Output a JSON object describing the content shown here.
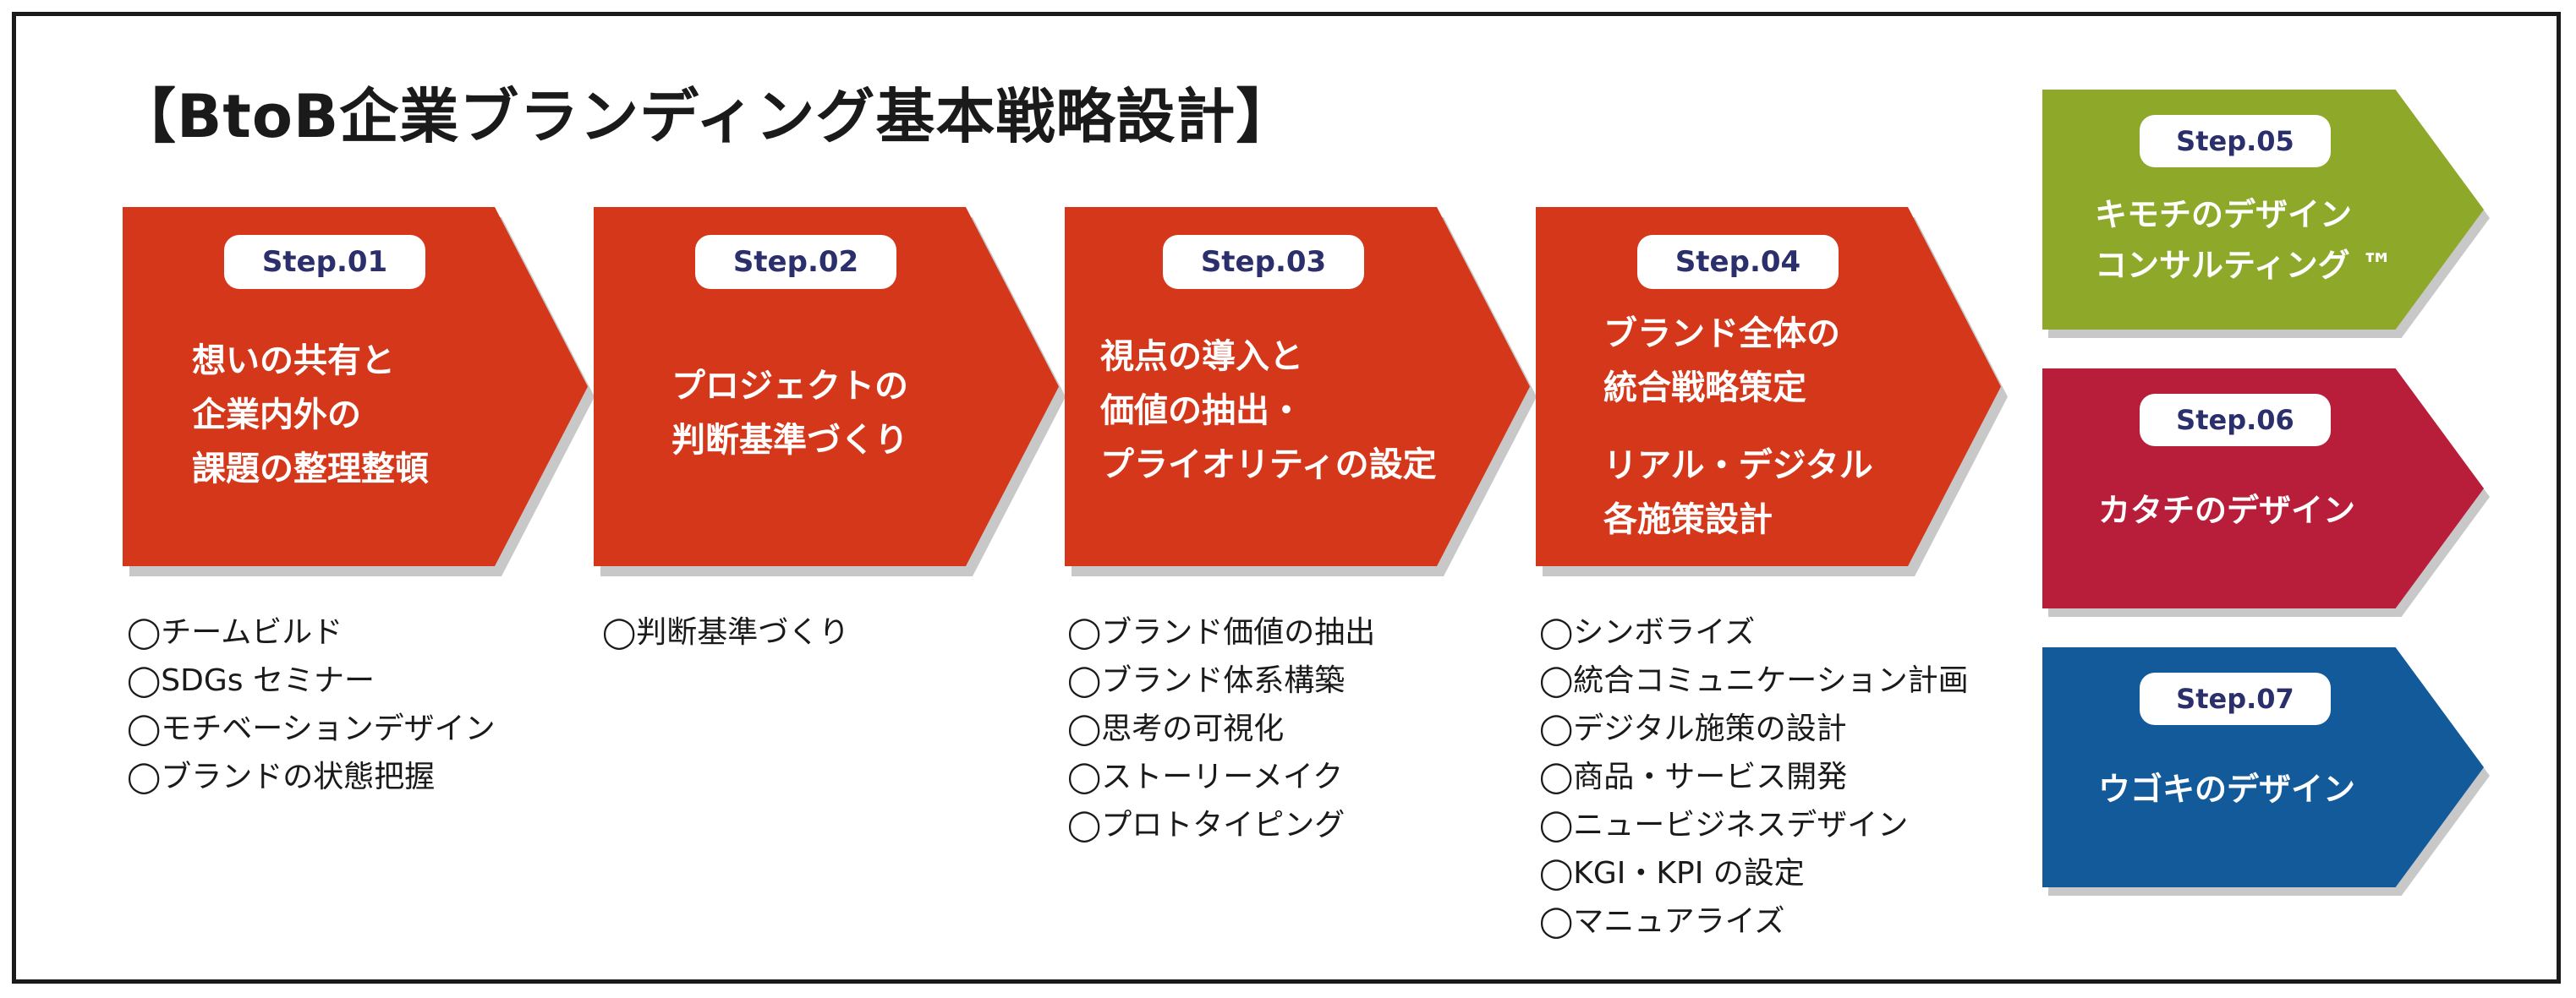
{
  "title": "【BtoB企業ブランディング基本戦略設計】",
  "colors": {
    "main_arrow": "#d5371a",
    "step05": "#8ea82a",
    "step06": "#b81d3a",
    "step07": "#135a9b",
    "pill_text": "#2b2f6b"
  },
  "steps": [
    {
      "label": "Step.01",
      "lines": [
        "想いの共有と",
        "企業内外の",
        "課題の整理整頓"
      ],
      "items": [
        "◯チームビルド",
        "◯SDGs セミナー",
        "◯モチベーションデザイン",
        "◯ブランドの状態把握"
      ]
    },
    {
      "label": "Step.02",
      "lines": [
        "プロジェクトの",
        "判断基準づくり"
      ],
      "items": [
        "◯判断基準づくり"
      ]
    },
    {
      "label": "Step.03",
      "lines": [
        "視点の導入と",
        "価値の抽出・",
        "プライオリティの設定"
      ],
      "items": [
        "◯ブランド価値の抽出",
        "◯ブランド体系構築",
        "◯思考の可視化",
        "◯ストーリーメイク",
        "◯プロトタイピング"
      ]
    },
    {
      "label": "Step.04",
      "lines": [
        "ブランド全体の",
        "統合戦略策定",
        "リアル・デジタル",
        "各施策設計"
      ],
      "items": [
        "◯シンボライズ",
        "◯統合コミュニケーション計画",
        "◯デジタル施策の設計",
        "◯商品・サービス開発",
        "◯ニュービジネスデザイン",
        "◯KGI・KPI の設定",
        "◯マニュアライズ"
      ]
    }
  ],
  "side_steps": [
    {
      "label": "Step.05",
      "lines": [
        "キモチのデザイン",
        "コンサルティング ™"
      ]
    },
    {
      "label": "Step.06",
      "lines": [
        "カタチのデザイン"
      ]
    },
    {
      "label": "Step.07",
      "lines": [
        "ウゴキのデザイン"
      ]
    }
  ]
}
